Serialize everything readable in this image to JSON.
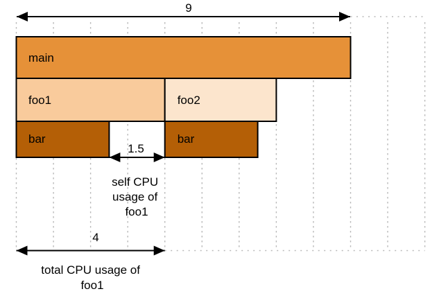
{
  "diagram": {
    "kind": "flame-graph-explainer",
    "grid_units_total": 11,
    "colors": {
      "main": "#E69138",
      "foo1": "#F9CB9C",
      "foo2": "#FCE5CD",
      "bar": "#B45F06",
      "border": "#000000",
      "grid": "#B9B9B9",
      "text": "#000000"
    }
  },
  "frames": [
    {
      "label": "main",
      "depth": 0,
      "start": 0,
      "end": 9
    },
    {
      "label": "foo1",
      "depth": 1,
      "start": 0,
      "end": 4
    },
    {
      "label": "foo2",
      "depth": 1,
      "start": 4,
      "end": 7
    },
    {
      "label": "bar",
      "depth": 2,
      "start": 0,
      "end": 2.5
    },
    {
      "label": "bar",
      "depth": 2,
      "start": 4,
      "end": 6.5
    }
  ],
  "annotations": {
    "total_width": {
      "value": "9"
    },
    "self_cpu": {
      "value": "1.5",
      "caption_lines": [
        "self CPU",
        "usage of",
        "foo1"
      ]
    },
    "total_cpu": {
      "value": "4",
      "caption_lines": [
        "total CPU usage of",
        "foo1"
      ]
    }
  }
}
